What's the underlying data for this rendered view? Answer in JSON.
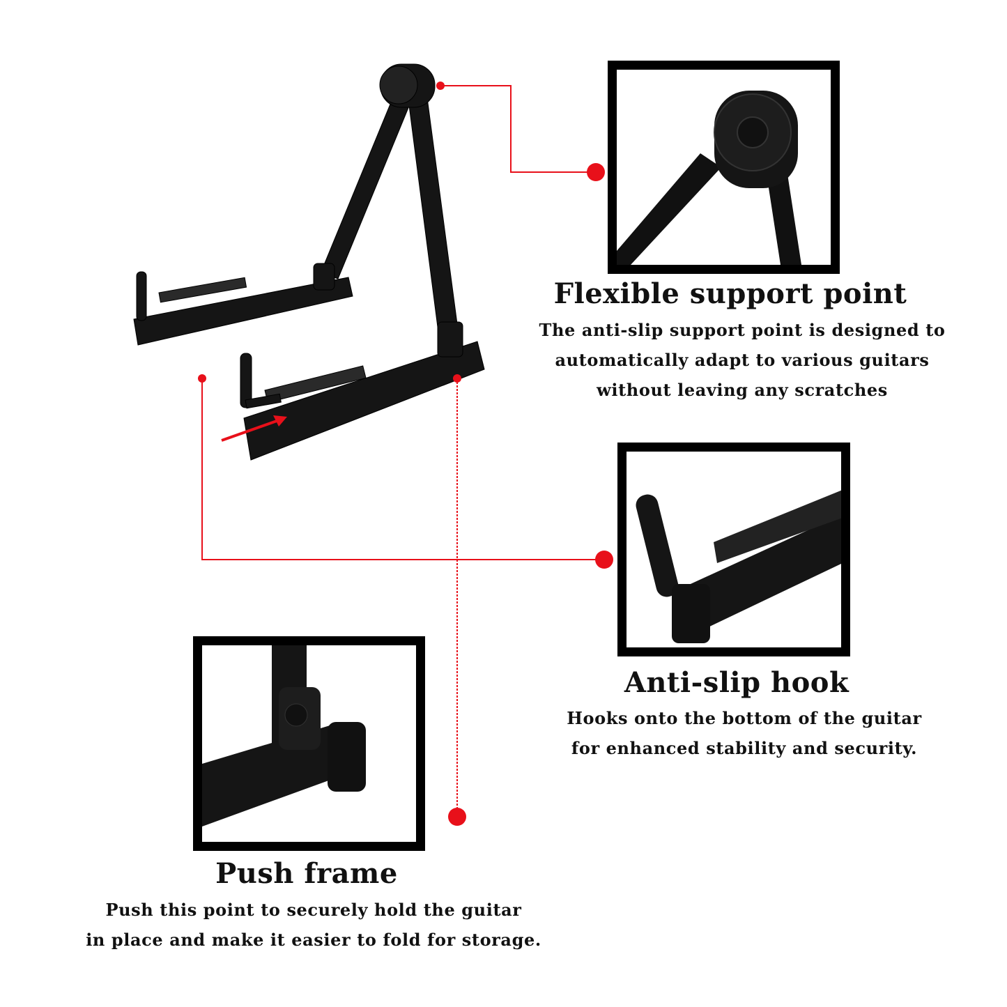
{
  "colors": {
    "accent_red": "#e8101a",
    "frame_black": "#000000",
    "product_black": "#151515"
  },
  "features": [
    {
      "title": "Flexible support point",
      "lines": [
        "The anti-slip support point is designed to",
        "automatically adapt to various guitars",
        "without leaving any scratches"
      ]
    },
    {
      "title": "Anti-slip hook",
      "lines": [
        "Hooks onto the bottom of the guitar",
        "for enhanced stability and security."
      ]
    },
    {
      "title": "Push frame",
      "lines": [
        "Push this point to securely hold the guitar",
        "in place and make it easier to fold for storage."
      ]
    }
  ]
}
